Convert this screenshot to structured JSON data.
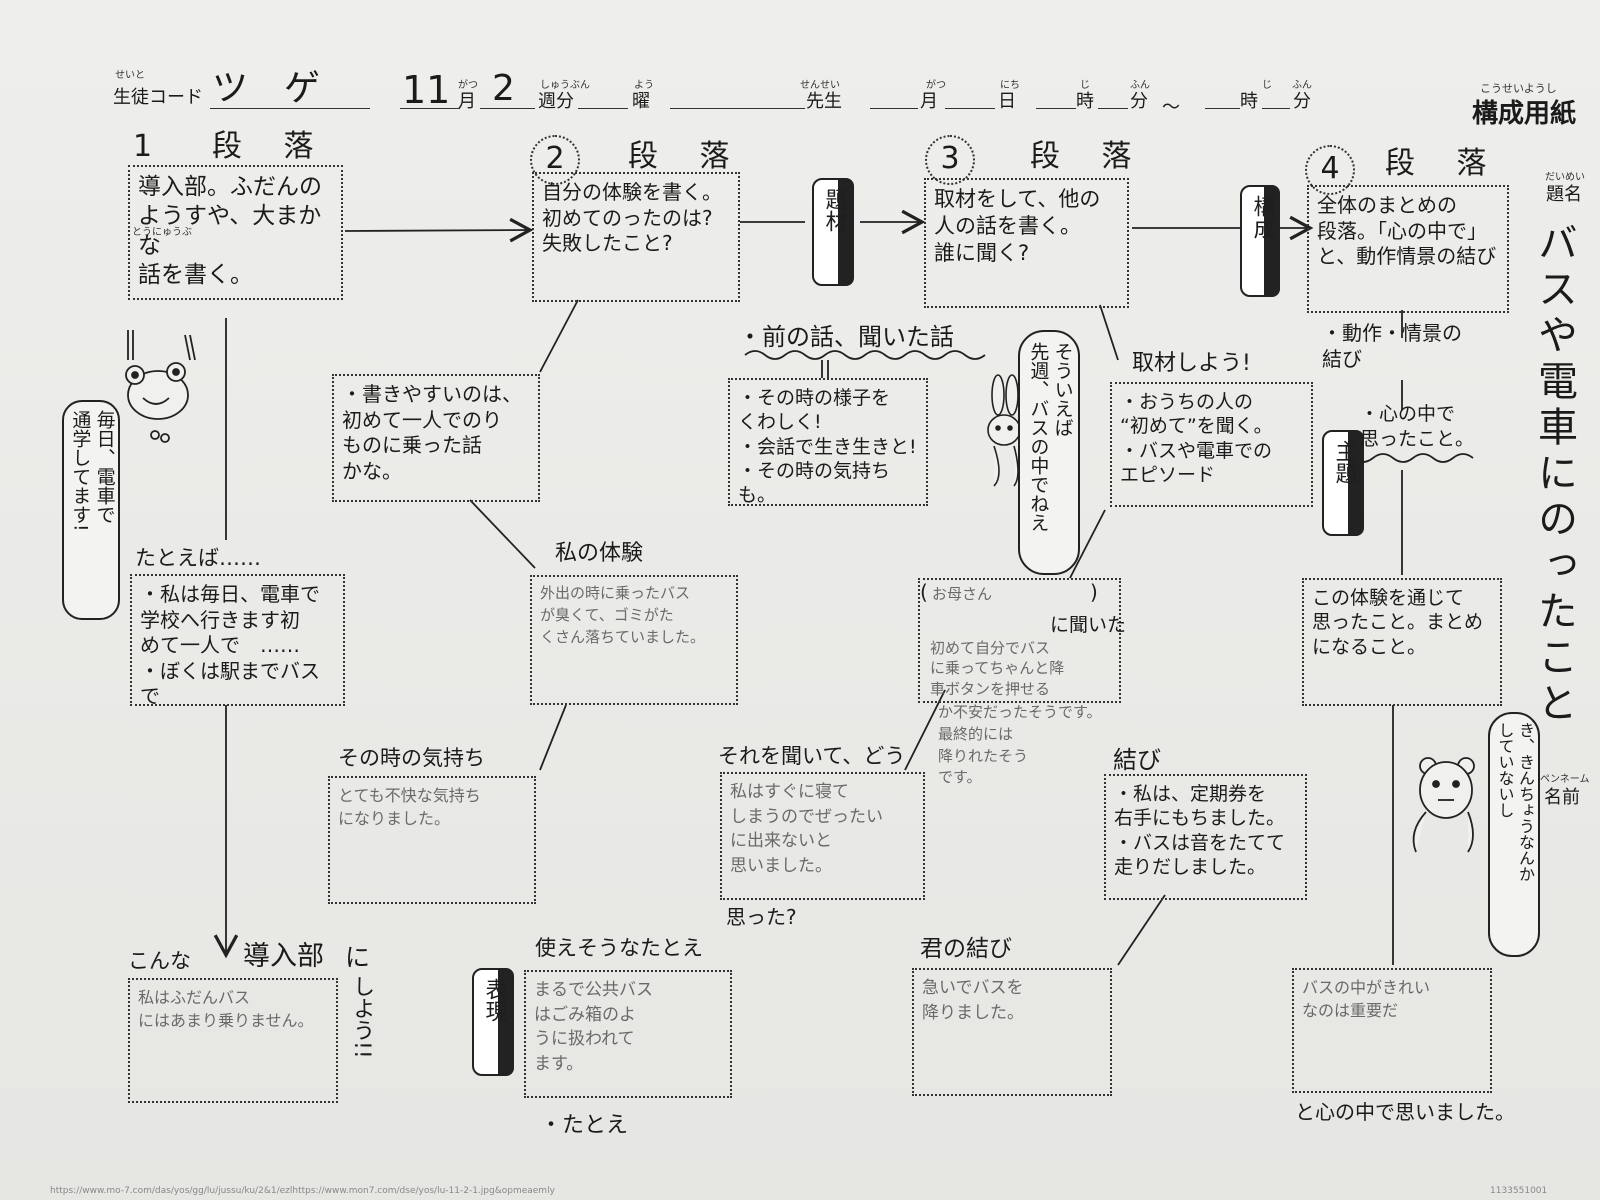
{
  "header": {
    "student_code_ruby": "せいと",
    "student_code_label": "生徒コード",
    "student_code_value": "ツ　ゲ",
    "month_value": "11",
    "month_ruby": "がつ",
    "month_label": "月",
    "week_value": "2",
    "week_ruby": "しゅうぶん",
    "week_label": "週分",
    "day_ruby": "よう",
    "day_label": "曜",
    "teacher_ruby": "せんせい",
    "teacher_label": "先生",
    "date_month_ruby": "がつ",
    "date_month_label": "月",
    "date_day_ruby": "にち",
    "date_day_label": "日",
    "time_hour_ruby": "じ",
    "time_hour_label": "時",
    "time_min_ruby": "ふん",
    "time_min_label": "分",
    "tilde": "〜",
    "time_hour2_ruby": "じ",
    "time_hour2_label": "時",
    "time_min2_ruby": "ふん",
    "time_min2_label": "分",
    "sheet_ruby": "こうせいようし",
    "sheet_title": "構成用紙"
  },
  "paragraphs": [
    {
      "num": "1",
      "label": "段 落",
      "text": "導入部。ふだんの\nようすや、大まかな\n話を書く。",
      "ruby": "とうにゅうぶ"
    },
    {
      "num": "2",
      "label": "段 落",
      "text": "自分の体験を書く。\n初めてのったのは?\n失敗したこと?"
    },
    {
      "num": "3",
      "label": "段 落",
      "text": "取材をして、他の\n人の話を書く。\n誰に聞く?"
    },
    {
      "num": "4",
      "label": "段 落",
      "text": "全体のまとめの\n段落。「心の中で」\nと、動作情景の結び"
    }
  ],
  "badges": {
    "title_badge": "題材",
    "structure_badge": "構成",
    "theme_badge": "主題",
    "expression_badge": "表現"
  },
  "title_section": {
    "ruby": "だいめい",
    "label": "題名",
    "title_text": "バスや電車にのったこと"
  },
  "name_section": {
    "ruby": "ペンネーム",
    "label": "名前"
  },
  "col1": {
    "frog_speech": "毎日、電車で\n通学してます!",
    "example_label": "たとえば……",
    "example_box": "・私は毎日、電車で\n学校へ行きます初\nめて一人で　……\n・ぼくは駅までバスで",
    "intro_label_a": "こんな",
    "intro_label_b": "導入部",
    "intro_label_c": "に",
    "intro_tail": "しよう!!",
    "intro_answer": "私はふだんバス\nにはあまり乗りません。"
  },
  "col2": {
    "hint_box": "・書きやすいのは、\n初めて一人でのり\nものに乗った話\nかな。",
    "exp_label": "私の体験",
    "exp_answer": "外出の時に乗ったバス\nが臭くて、ゴミがた\nくさん落ちていました。",
    "feeling_label": "その時の気持ち",
    "feeling_answer": "とても不快な気持ち\nになりました。",
    "simile_label": "使えそうなたとえ",
    "simile_answer": "まるで公共バス\nはごみ箱のよ\nうに扱われて\nます。",
    "simile_bullet": "・たとえ"
  },
  "col3": {
    "heard_label": "・前の話、聞いた話",
    "hint_box": "・その時の様子を\nくわしく!\n・会話で生き生きと!\n・その時の気持ちも。",
    "rabbit_speech": "そういえば\n先週、バスの中でねえ",
    "interview_person": "お母さん",
    "interview_heard": "に聞いた",
    "interview_answer": "初めて自分でバス\nに乗ってちゃんと降\n車ボタンを押せる",
    "interview_cont": "か不安だったそうです。\n最終的には\n降りれたそう\nです。",
    "reaction_label": "それを聞いて、どう",
    "reaction_answer": "私はすぐに寝て\nしまうのでぜったい\nに出来ないと\n思いました。",
    "reaction_tail": "思った?"
  },
  "interview": {
    "label": "取材しよう!",
    "box": "・おうちの人の\n“初めて”を聞く。\n・バスや電車での\nエピソード"
  },
  "ending": {
    "label": "結び",
    "box": "・私は、定期券を\n右手にもちました。\n・バスは音をたてて\n走りだしました。",
    "yours_label": "君の結び",
    "yours_answer": "急いでバスを\n降りました。"
  },
  "col4": {
    "action_label": "・動作・情景の\n結び",
    "heart_label": "・心の中で\n思ったこと。",
    "summary_box": "この体験を通じて\n思ったこと。まとめ\nになること。",
    "bear_speech": "き、きんちょうなんか\nしていないし",
    "summary_answer": "バスの中がきれい\nなのは重要だ",
    "summary_tail": "と心の中で思いました。"
  },
  "footer_url": "https://www.mo-7.com/das/yos/gg/lu/jussu/ku/2&1/ezlhttps://www.mon7.com/dse/yos/lu-11-2-1.jpg&opmeaemly",
  "footer_code": "1133551001"
}
